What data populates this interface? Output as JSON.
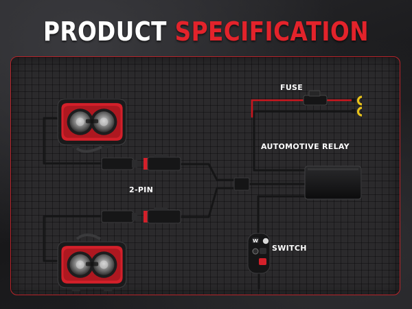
{
  "title": {
    "part1": "PRODUCT",
    "part2": "SPECIFICATION"
  },
  "labels": {
    "fuse": "FUSE",
    "relay": "AUTOMOTIVE RELAY",
    "pin": "2-PIN",
    "switch": "SWITCH"
  },
  "colors": {
    "accent": "#e3232b",
    "wire": "#151516",
    "ring_terminal": "#e8c21a"
  },
  "icons": [
    "light-pod-icon",
    "connector-plug-icon",
    "fuse-holder-icon",
    "ring-terminal-icon",
    "relay-box-icon",
    "switch-icon"
  ]
}
